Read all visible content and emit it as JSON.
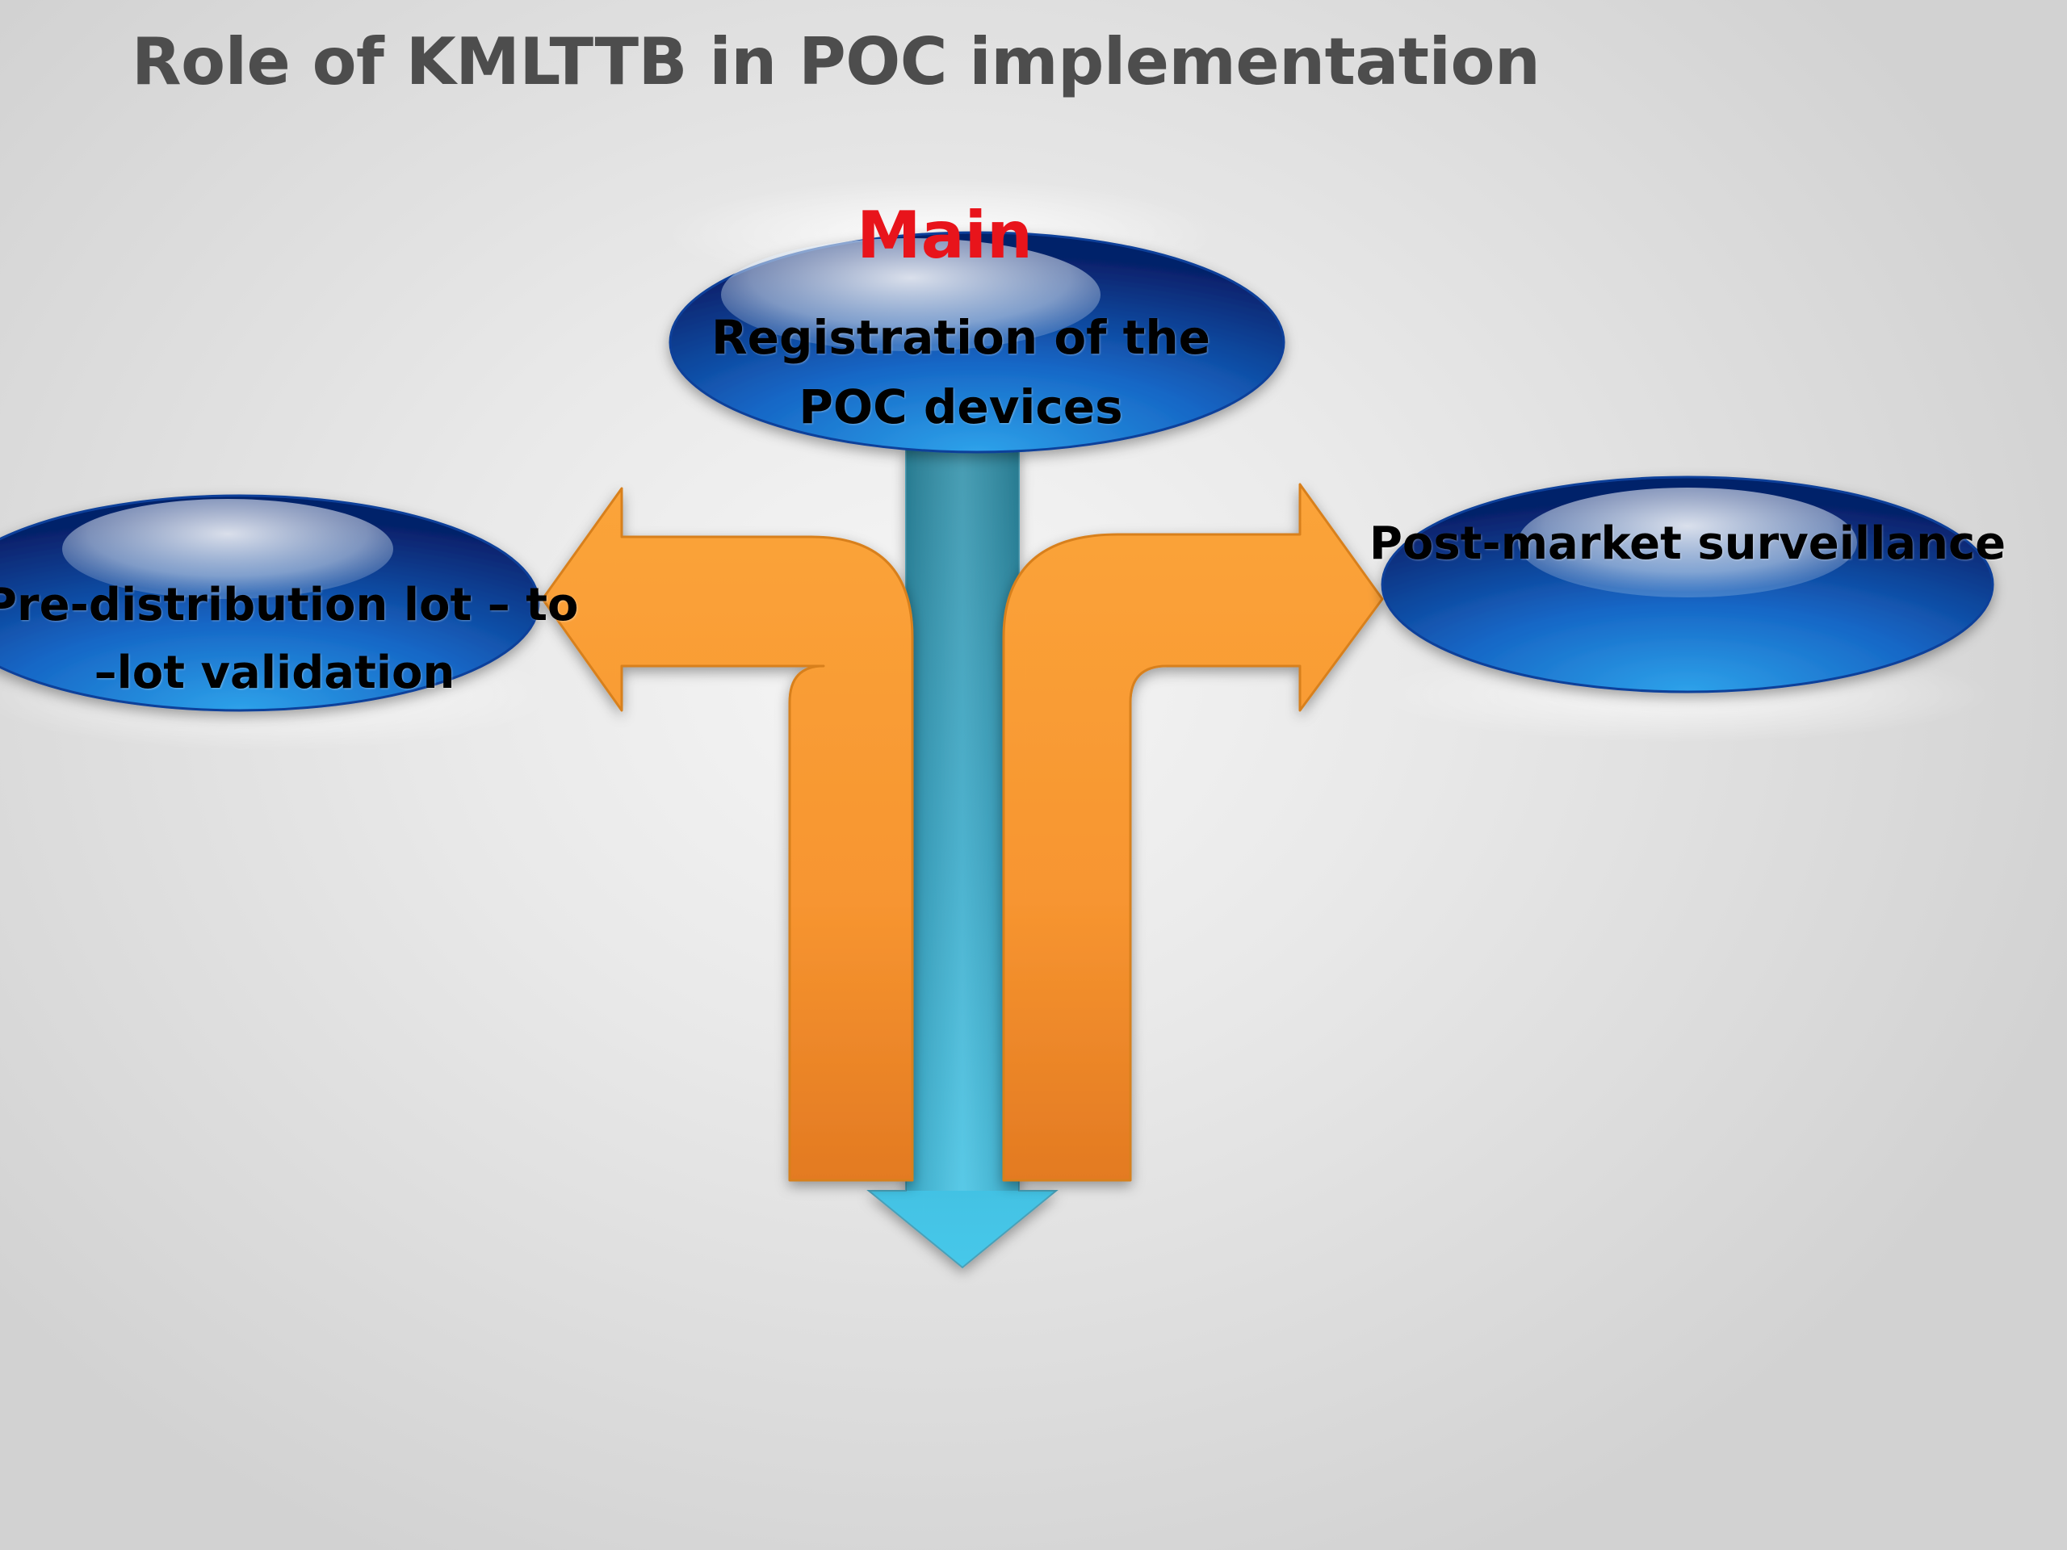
{
  "slide": {
    "title": "Role of KMLTTB in POC implementation"
  },
  "diagram": {
    "center": {
      "tag": "Main",
      "lines": [
        "Registration of the",
        "POC devices"
      ]
    },
    "left": {
      "lines": [
        "Pre-distribution lot – to",
        "–lot validation"
      ]
    },
    "right": {
      "lines": [
        "Post-market surveillance"
      ]
    }
  },
  "colors": {
    "title": "#4d4d4d",
    "main_tag": "#e8141b",
    "node_fill_dark": "#082a78",
    "node_fill_light": "#2a8ee0",
    "orange_arrow": "#f7a033",
    "blue_arrow": "#3fc6ea"
  }
}
